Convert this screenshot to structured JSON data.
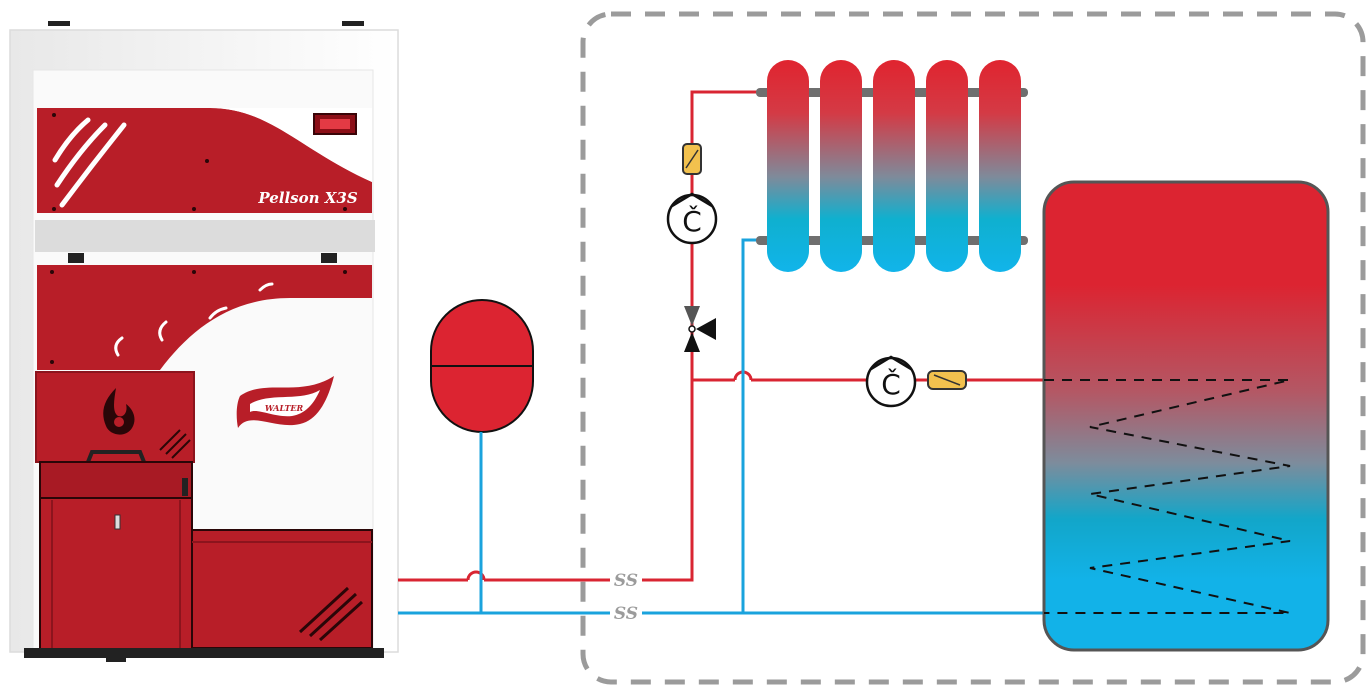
{
  "boiler": {
    "model_label": "Pellson X3S",
    "logo_text": "WALTER"
  },
  "pumps": [
    {
      "symbol": "Č"
    },
    {
      "symbol": "Č"
    }
  ],
  "pipe_breaks": [
    {
      "symbol": "SS"
    },
    {
      "symbol": "SS"
    }
  ],
  "colors": {
    "hot": "#d92532",
    "cold": "#1aa3dd",
    "boiler_red": "#b81e28",
    "dashed_border": "#9b9b9b",
    "valve_yellow": "#f2c14e"
  }
}
